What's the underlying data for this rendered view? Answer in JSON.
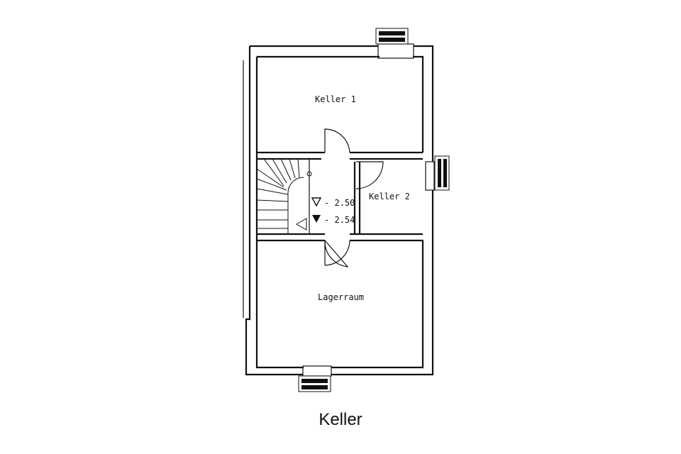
{
  "caption": "Keller",
  "rooms": {
    "keller1": "Keller 1",
    "keller2": "Keller 2",
    "lagerraum": "Lagerraum"
  },
  "levels": {
    "upper": "- 2.50",
    "lower": "- 2.54"
  }
}
